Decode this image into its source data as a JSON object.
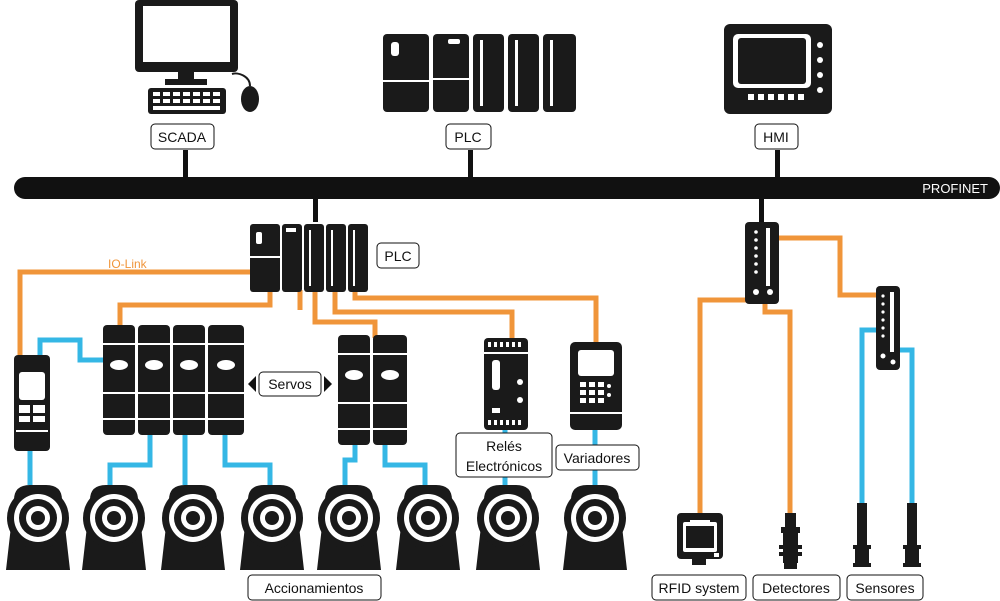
{
  "bus": {
    "label": "PROFINET"
  },
  "top_devices": {
    "scada": "SCADA",
    "plc": "PLC",
    "hmi": "HMI"
  },
  "field": {
    "plc": "PLC",
    "io_link": "IO-Link",
    "servos": "Servos",
    "reles_line1": "Relés",
    "reles_line2": "Electrónicos",
    "variadores": "Variadores",
    "accionamientos": "Accionamientos",
    "rfid": "RFID system",
    "detectores": "Detectores",
    "sensores": "Sensores"
  },
  "colors": {
    "bus": "#111111",
    "io_link_cable": "#f0953a",
    "field_cable": "#35b7e5",
    "device": "#1a1a1a"
  }
}
